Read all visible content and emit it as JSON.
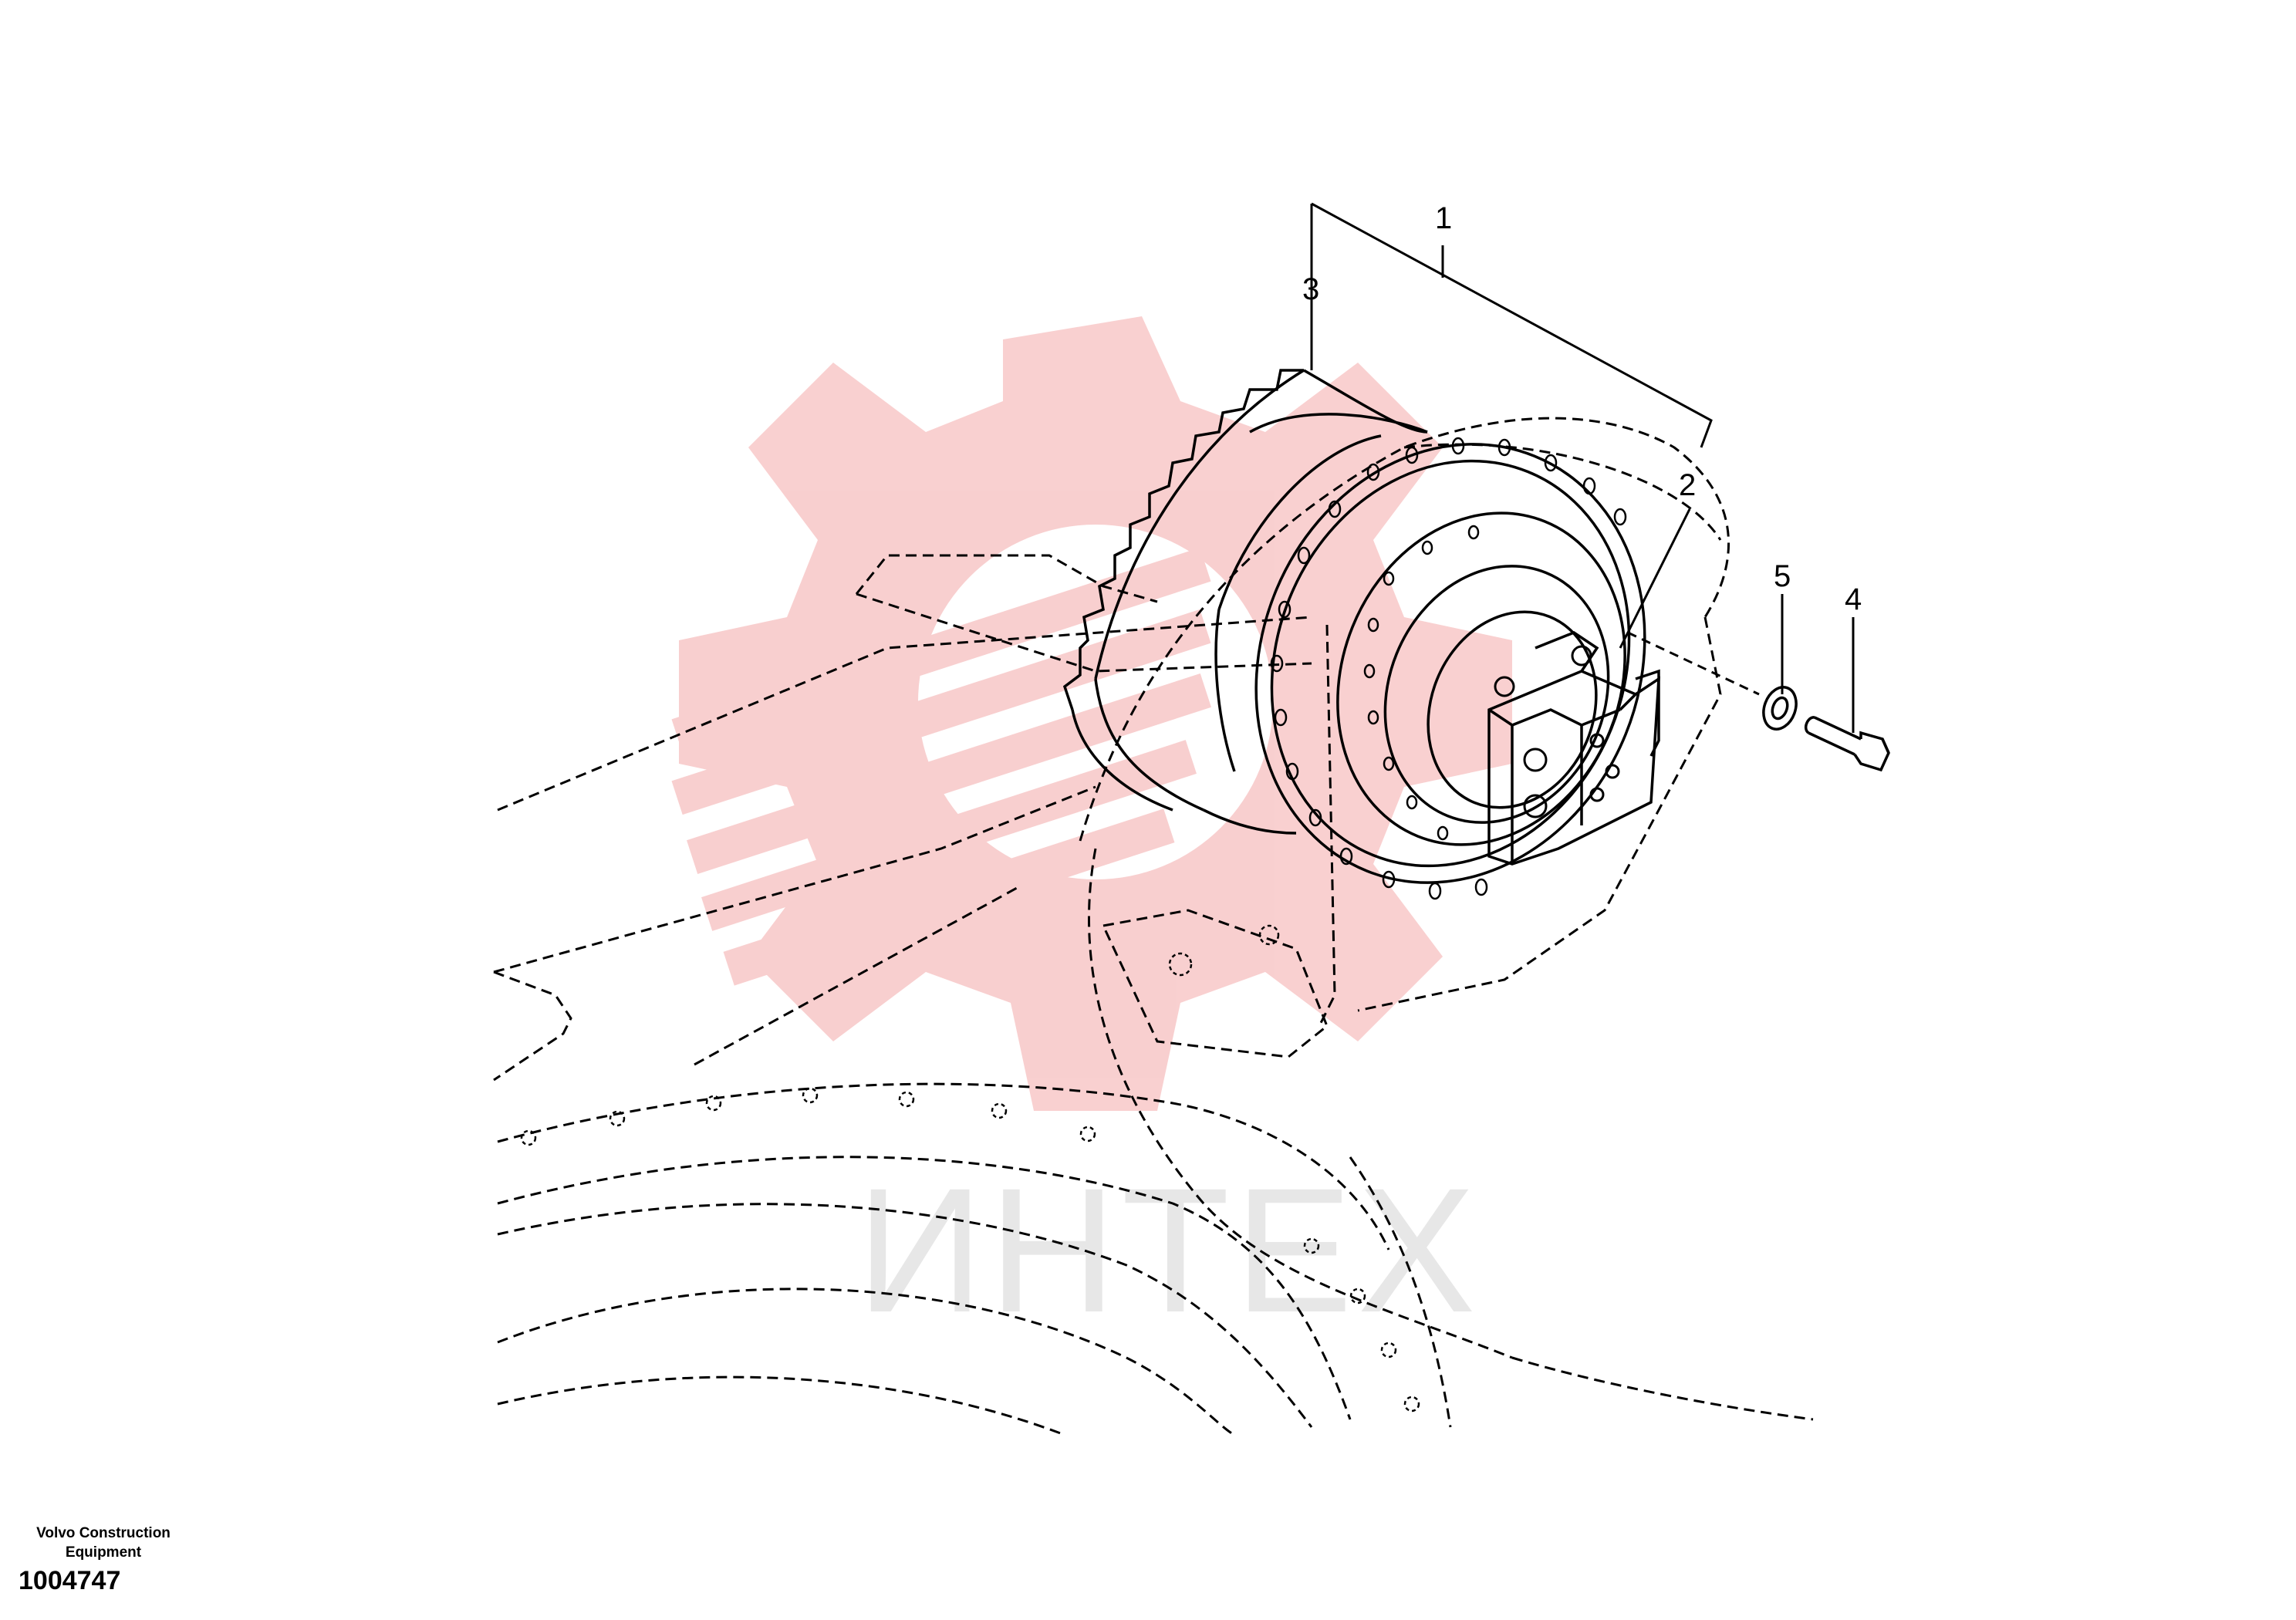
{
  "callouts": [
    {
      "id": "1",
      "label": "1"
    },
    {
      "id": "2",
      "label": "2"
    },
    {
      "id": "3",
      "label": "3"
    },
    {
      "id": "4",
      "label": "4"
    },
    {
      "id": "5",
      "label": "5"
    }
  ],
  "footer": {
    "brand_line1": "Volvo Construction",
    "brand_line2": "Equipment",
    "part_number": "1004747"
  },
  "watermark": {
    "text": "ИНТЕХ",
    "color": "#f28b8b"
  },
  "colors": {
    "line": "#000000",
    "watermark_gear": "#f6c4c4",
    "watermark_text": "#cfcfcf"
  }
}
